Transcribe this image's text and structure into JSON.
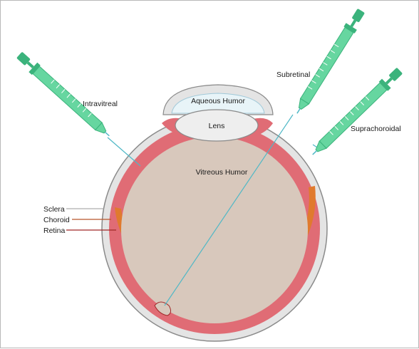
{
  "diagram": {
    "labels": {
      "aqueous_humor": "Aqueous Humor",
      "lens": "Lens",
      "vitreous_humor": "Vitreous Humor",
      "sclera": "Sclera",
      "choroid": "Choroid",
      "retina": "Retina",
      "intravitreal": "Intravitreal",
      "subretinal": "Subretinal",
      "suprachoroidal": "Suprachoroidal"
    },
    "colors": {
      "sclera": "#e4e4e4",
      "sclera_outline": "#8a8a8a",
      "retina": "#e06c75",
      "choroid": "#e07a2e",
      "vitreous": "#d8c8bc",
      "aqueous": "#e8f4f8",
      "lens": "#eeeeee",
      "syringe": "#66d6a0",
      "syringe_dark": "#3bb37c",
      "needle": "#4fb8c6",
      "retina_line": "#a02828",
      "sclera_line": "#9a9a9a",
      "choroid_line": "#b8552a"
    }
  }
}
